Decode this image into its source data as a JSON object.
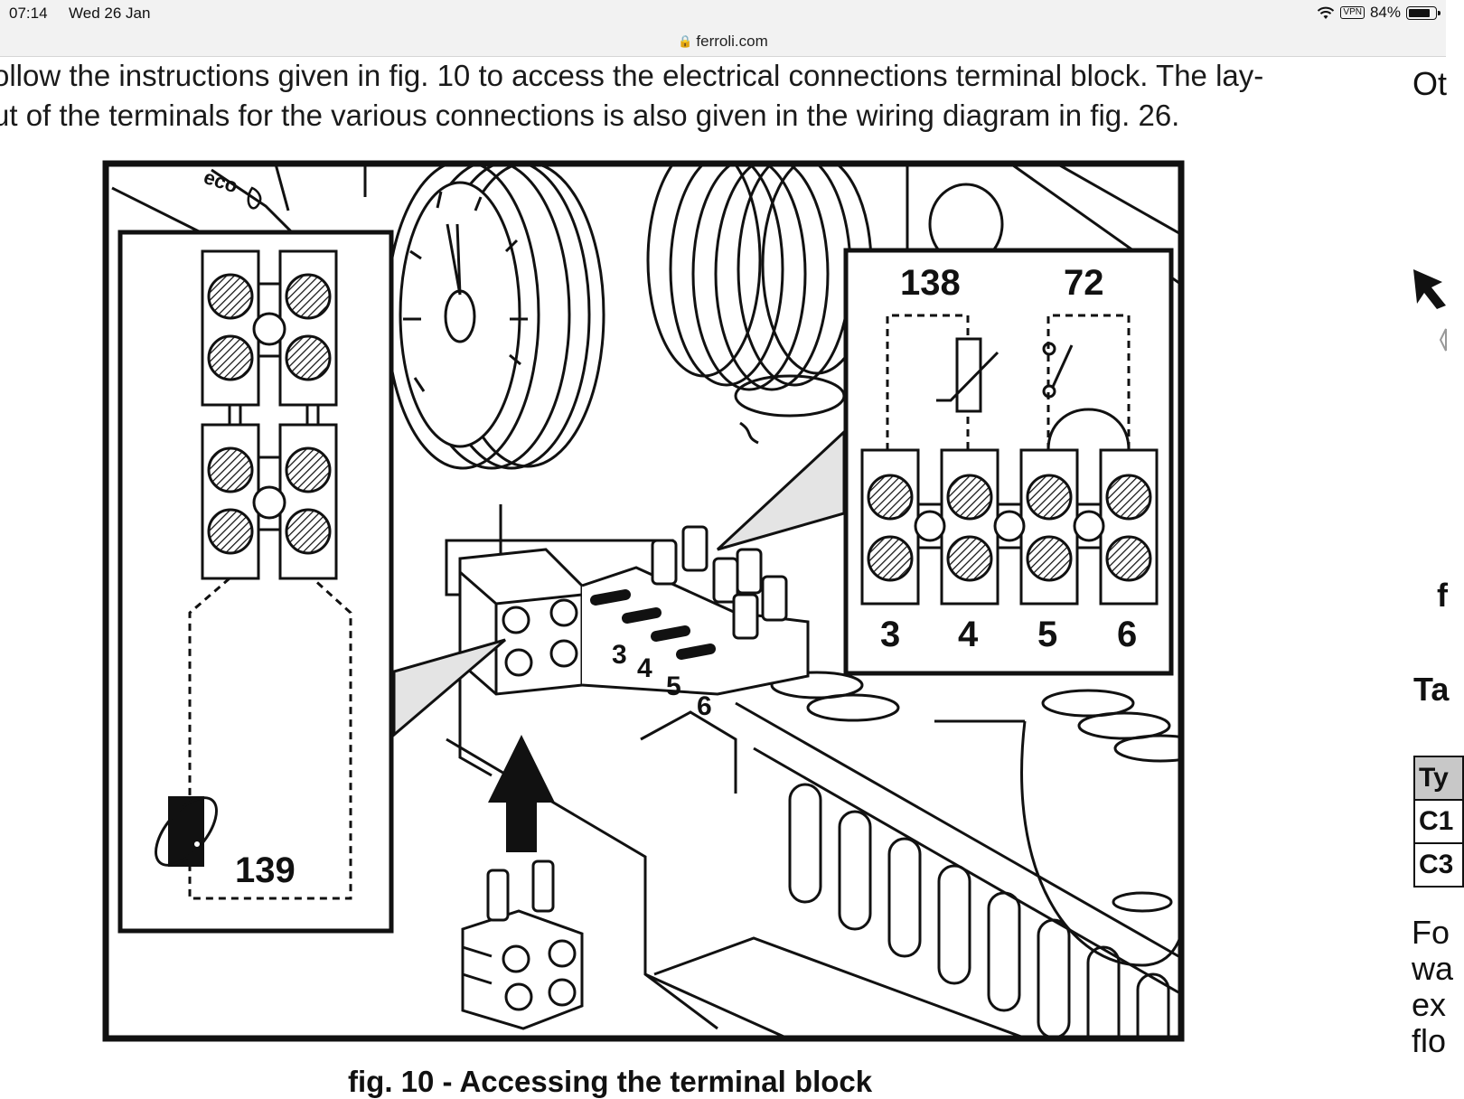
{
  "status_bar": {
    "time": "07:14",
    "date": "Wed 26 Jan",
    "vpn": "VPN",
    "battery_percent": "84%",
    "battery_level": 0.84
  },
  "url_bar": {
    "domain": "ferroli.com"
  },
  "page": {
    "intro_line1": "ollow the instructions given in fig. 10 to access the electrical connections terminal block. The lay-",
    "intro_line2": "ut of the terminals for the various connections is also given in the wiring diagram in fig. 26.",
    "caption": "fig. 10 - Accessing the terminal block"
  },
  "figure": {
    "left_panel_label": "139",
    "right_panel_labels": {
      "top_left": "138",
      "top_right": "72"
    },
    "right_panel_terminals": [
      "3",
      "4",
      "5",
      "6"
    ],
    "block_terminals": [
      "3",
      "4",
      "5",
      "6"
    ],
    "gauge_mark": "eco"
  },
  "side_column": {
    "heading_fragment": "Ot",
    "fig_fragment": "f",
    "table_title_fragment": "Ta",
    "table_rows": [
      "Ty",
      "C1",
      "C3"
    ],
    "text_fragments": [
      "Fo",
      "wa",
      "ex",
      "flo"
    ]
  }
}
